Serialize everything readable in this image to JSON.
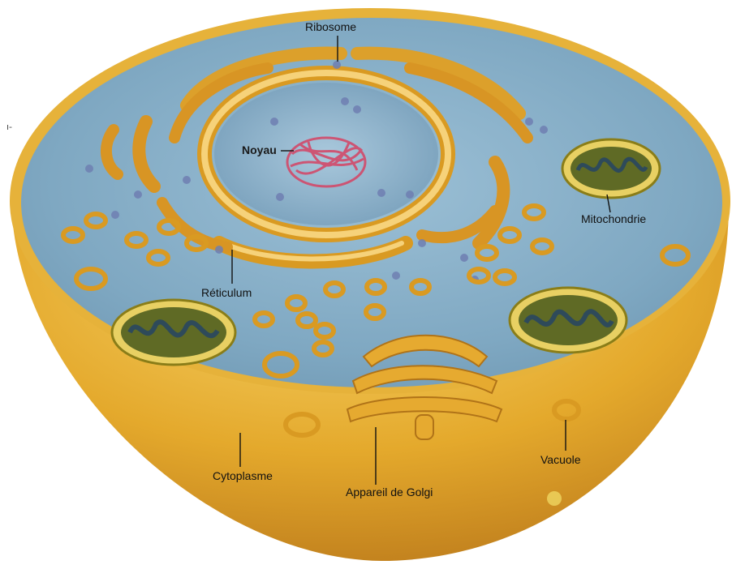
{
  "labels": {
    "ribosome": "Ribosome",
    "noyau": "Noyau",
    "mitochondrie": "Mitochondrie",
    "reticulum": "Réticulum",
    "cytoplasme": "Cytoplasme",
    "golgi": "Appareil de Golgi",
    "vacuole": "Vacuole"
  },
  "corner_mark": "ı-",
  "colors": {
    "cytoplasm": "#7fa8c2",
    "membrane": "#e2a72a",
    "organelle": "#d99a22",
    "nucleolus": "#d24a6a",
    "mitochondria_matrix": "#5f6a25"
  }
}
